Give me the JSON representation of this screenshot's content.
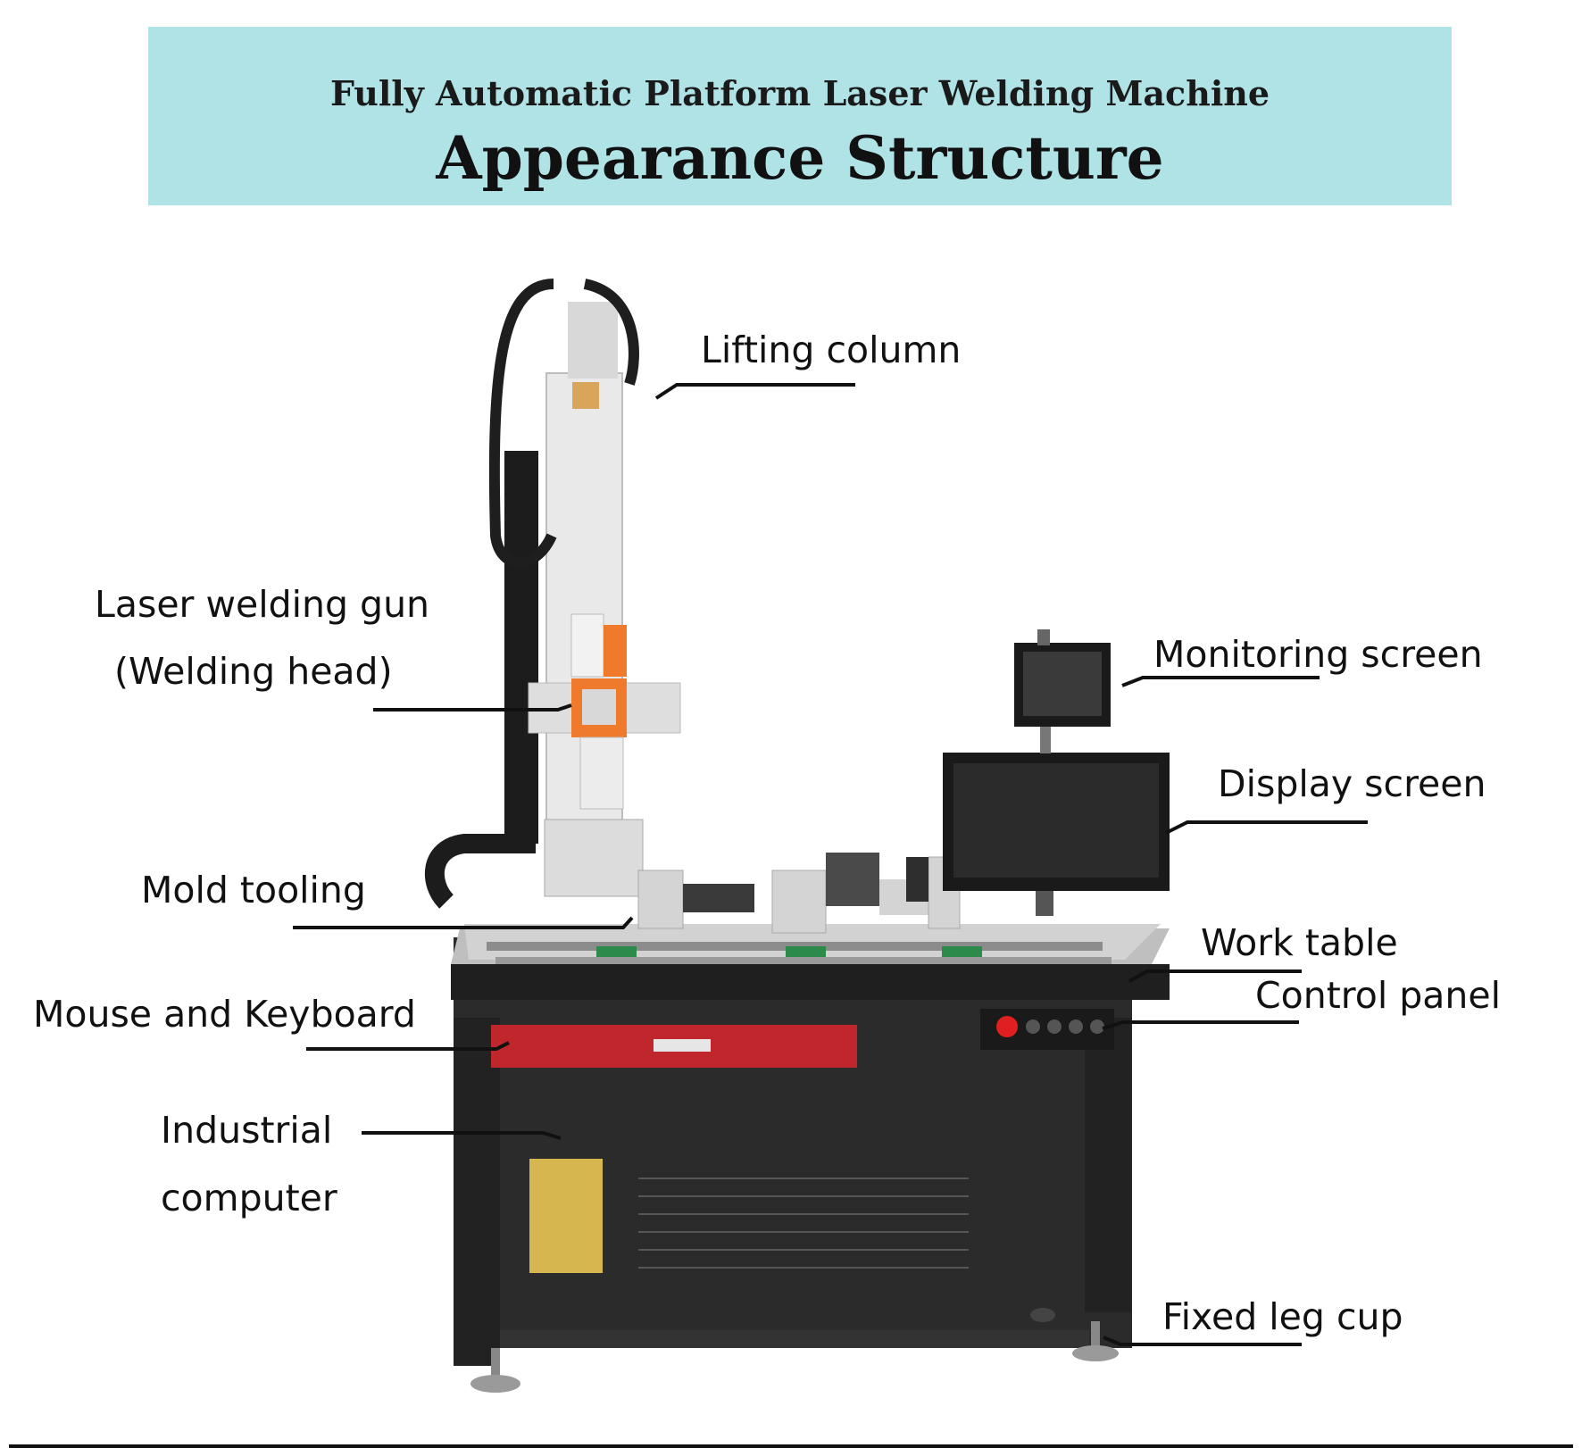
{
  "header": {
    "subtitle": "Fully Automatic Platform Laser Welding Machine",
    "title": "Appearance Structure",
    "background": "#b0e3e6"
  },
  "labels": {
    "lifting_column": "Lifting column",
    "welding_gun_line1": "Laser welding gun",
    "welding_gun_line2": "(Welding head)",
    "monitoring_screen": "Monitoring screen",
    "display_screen": "Display screen",
    "mold_tooling": "Mold tooling",
    "work_table": "Work table",
    "control_panel": "Control panel",
    "mouse_keyboard": "Mouse and Keyboard",
    "industrial_line1": "Industrial",
    "industrial_line2": "computer",
    "fixed_leg_cup": "Fixed leg cup"
  },
  "colors": {
    "cabinet": "#2b2b2b",
    "table_top": "#c9c9c9",
    "drawer": "#c0272d",
    "column": "#e9e9e9",
    "welding_head_accent": "#f07a2c",
    "label_plate": "#d6b74f"
  }
}
